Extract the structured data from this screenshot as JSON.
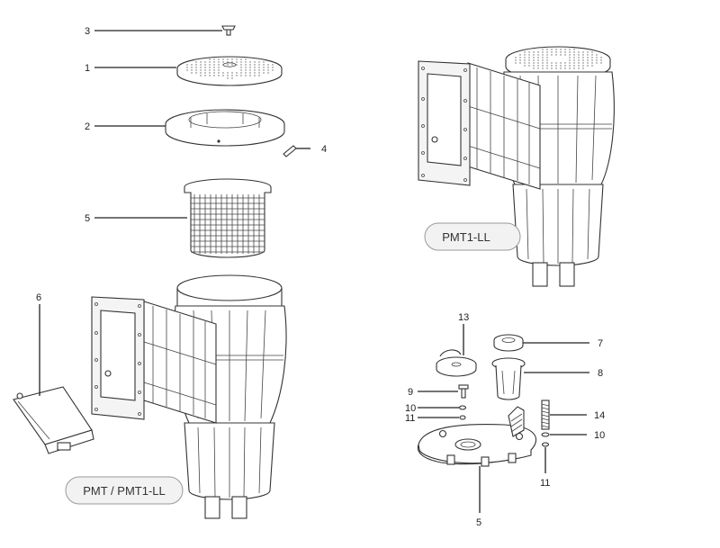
{
  "callouts": [
    {
      "id": "c3-top",
      "text": "3"
    },
    {
      "id": "c1",
      "text": "1"
    },
    {
      "id": "c2",
      "text": "2"
    },
    {
      "id": "c4",
      "text": "4"
    },
    {
      "id": "c5-basket",
      "text": "5"
    },
    {
      "id": "c6",
      "text": "6"
    },
    {
      "id": "c13",
      "text": "13"
    },
    {
      "id": "c7",
      "text": "7"
    },
    {
      "id": "c8",
      "text": "8"
    },
    {
      "id": "c9",
      "text": "9"
    },
    {
      "id": "c10-left",
      "text": "10"
    },
    {
      "id": "c11-left",
      "text": "11"
    },
    {
      "id": "c14",
      "text": "14"
    },
    {
      "id": "c10-right",
      "text": "10"
    },
    {
      "id": "c11-right",
      "text": "11"
    },
    {
      "id": "c5-base",
      "text": "5"
    }
  ],
  "model_labels": {
    "main": "PMT / PMT1-LL",
    "variant": "PMT1-LL"
  }
}
